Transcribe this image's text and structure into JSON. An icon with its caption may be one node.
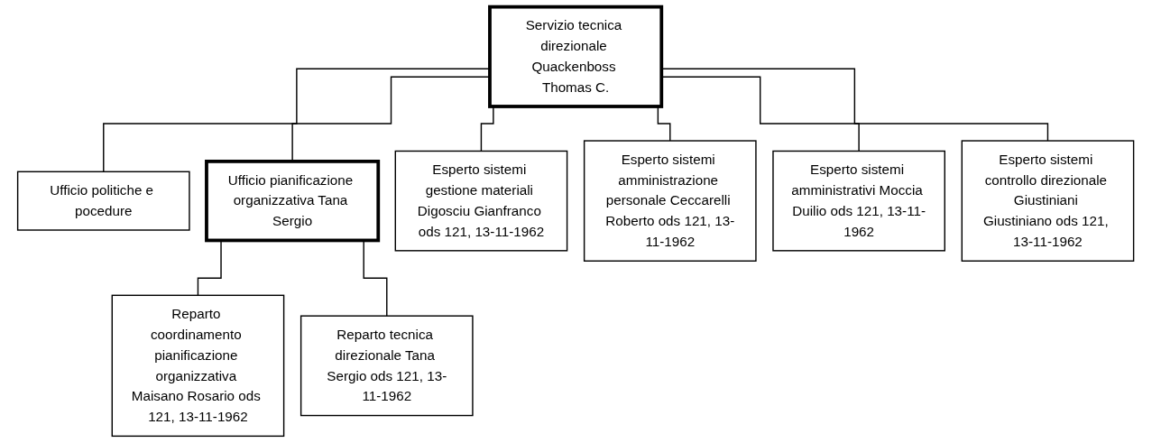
{
  "diagram": {
    "nodes": [
      {
        "text": [
          "Servizio tecnica direzionale Quackenboss Thomas C."
        ]
      },
      {
        "text": [
          "Ufficio politiche e pocedure"
        ]
      },
      {
        "text": [
          "Ufficio pianificazione organizzativa Tana Sergio"
        ]
      },
      {
        "text": [
          "Esperto sistemi gestione materiali Digosciu Gianfranco ods 121, 13-11-1962"
        ]
      },
      {
        "text": [
          "Esperto sistemi amministrazione personale Ceccarelli Roberto ods 121, 13-11-1962"
        ]
      },
      {
        "text": [
          "Esperto sistemi amministrativi Moccia Duilio ods 121, 13-11-1962"
        ]
      },
      {
        "text": [
          "Esperto sistemi controllo direzionale Giustiniani Giustiniano ods 121, 13-11-1962"
        ]
      },
      {
        "text": [
          "Reparto coordinamento pianificazione organizzativa Maisano Rosario ods 121, 13-11-1962"
        ]
      },
      {
        "text": [
          "Reparto tecnica direzionale Tana Sergio ods 121, 13-11-1962"
        ]
      }
    ],
    "edges": [
      {
        "from": 0,
        "to": 1,
        "arrow": "none"
      },
      {
        "from": 0,
        "to": 2,
        "arrow": "none"
      },
      {
        "from": 0,
        "to": 3,
        "arrow": "none"
      },
      {
        "from": 0,
        "to": 4,
        "arrow": "none"
      },
      {
        "from": 0,
        "to": 5,
        "arrow": "none"
      },
      {
        "from": 0,
        "to": 6,
        "arrow": "none"
      },
      {
        "from": 2,
        "to": 7,
        "arrow": "none"
      },
      {
        "from": 2,
        "to": 8,
        "arrow": "none"
      }
    ]
  }
}
